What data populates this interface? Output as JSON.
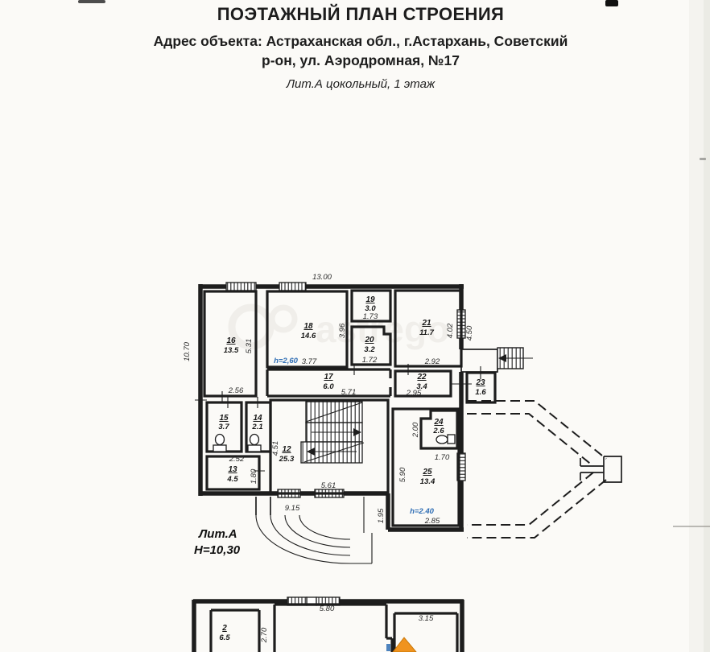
{
  "header": {
    "title": "ПОЭТАЖНЫЙ ПЛАН СТРОЕНИЯ",
    "address_line1": "Адрес объекта: Астраханская обл., г.Астархань, Советский",
    "address_line2": "р-он,  ул. Аэродромная, №17",
    "subtitle": "Лит.А цокольный, 1 этаж"
  },
  "plan_main": {
    "liter": "Лит.А",
    "building_height": "Н=10,30",
    "rooms": [
      {
        "n": "16",
        "a": "13.5"
      },
      {
        "n": "18",
        "a": "14.6"
      },
      {
        "n": "19",
        "a": "3.0"
      },
      {
        "n": "20",
        "a": "3.2"
      },
      {
        "n": "21",
        "a": "11.7"
      },
      {
        "n": "17",
        "a": "6.0"
      },
      {
        "n": "22",
        "a": "3.4"
      },
      {
        "n": "23",
        "a": "1.6"
      },
      {
        "n": "15",
        "a": "3.7"
      },
      {
        "n": "14",
        "a": "2.1"
      },
      {
        "n": "13",
        "a": "4.5"
      },
      {
        "n": "12",
        "a": "25.3"
      },
      {
        "n": "24",
        "a": "2.6"
      },
      {
        "n": "25",
        "a": "13.4"
      }
    ],
    "dims": {
      "total_w": "13.00",
      "total_h": "10.70",
      "r16_h": "5.31",
      "r16_w": "2.56",
      "r18_w": "3.77",
      "r18_h": "3.96",
      "r19_w": "1.73",
      "r20_w": "1.72",
      "r21_w": "2.92",
      "r21_h": "4.02",
      "right_h": "4.50",
      "corr_w": "5.71",
      "r22_w": "2.95",
      "r13_top": "2.52",
      "r13_h": "1.80",
      "hall_h": "4.51",
      "hall_w": "5.61",
      "r24_h": "2.00",
      "r24_w": "1.70",
      "r25_h": "5.90",
      "r25_w": "2.85",
      "porch_w": "9.15",
      "ledge_h": "1.95"
    },
    "ceiling_heights": {
      "left": "h=2,60",
      "right": "h=2.40"
    }
  },
  "plan_lower": {
    "room": {
      "n": "2",
      "a": "6.5"
    },
    "dims": {
      "mid_w": "5.80",
      "right_w": "3.15",
      "left_h": "2.70"
    }
  },
  "watermark": "astrego",
  "colors": {
    "ink": "#1d1d1d",
    "blue": "#2e6db4",
    "orange": "#f0931e",
    "paper": "#fbfaf7"
  }
}
